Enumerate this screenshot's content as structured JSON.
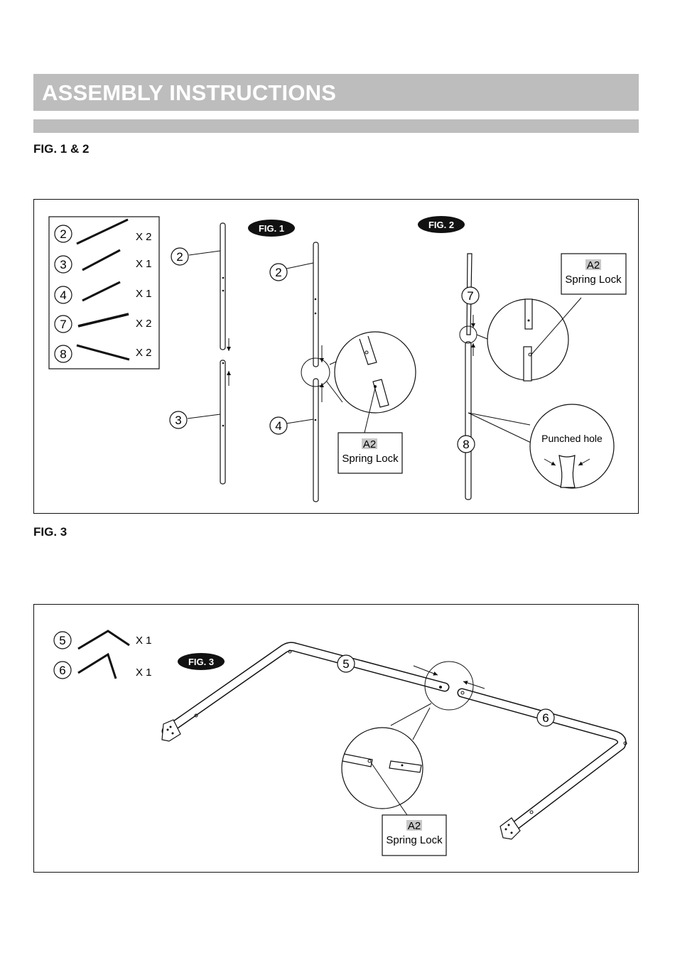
{
  "header": {
    "title": "ASSEMBLY INSTRUCTIONS"
  },
  "sections": {
    "fig12_heading": "FIG. 1 & 2",
    "fig3_heading": "FIG. 3"
  },
  "parts_list_top": [
    {
      "num": "2",
      "qty": "X 2"
    },
    {
      "num": "3",
      "qty": "X 1"
    },
    {
      "num": "4",
      "qty": "X 1"
    },
    {
      "num": "7",
      "qty": "X 2"
    },
    {
      "num": "8",
      "qty": "X 2"
    }
  ],
  "parts_list_bottom": [
    {
      "num": "5",
      "qty": "X 1"
    },
    {
      "num": "6",
      "qty": "X 1"
    }
  ],
  "fig_badges": {
    "fig1": "FIG. 1",
    "fig2": "FIG. 2",
    "fig3": "FIG. 3"
  },
  "callouts": {
    "part_2": "2",
    "part_3": "3",
    "part_4": "4",
    "part_5": "5",
    "part_6": "6",
    "part_7": "7",
    "part_8": "8"
  },
  "labels": {
    "spring_lock_code": "A2",
    "spring_lock_name": "Spring Lock",
    "punched_hole": "Punched hole"
  }
}
